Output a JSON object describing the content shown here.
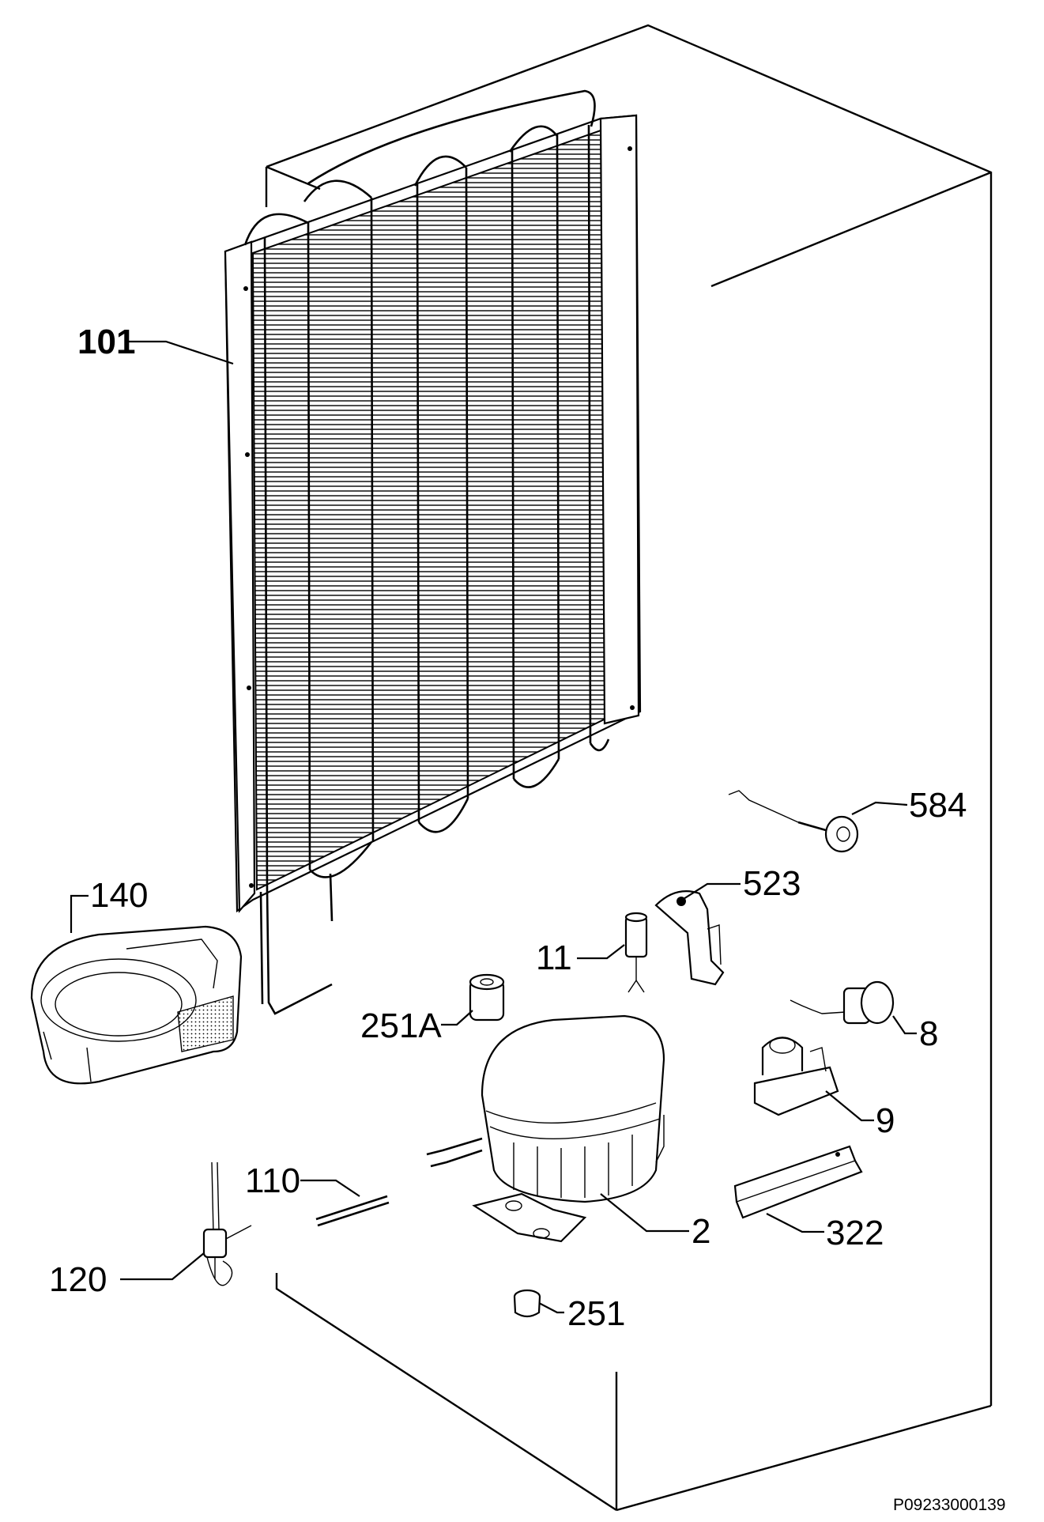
{
  "diagram": {
    "reference_code": "P09233000139",
    "callouts": {
      "c101": "101",
      "c140": "140",
      "c584": "584",
      "c523": "523",
      "c11": "11",
      "c251A": "251A",
      "c8": "8",
      "c9": "9",
      "c110": "110",
      "c2": "2",
      "c322": "322",
      "c120": "120",
      "c251": "251"
    }
  },
  "colors": {
    "line": "#000000",
    "background": "#ffffff"
  }
}
